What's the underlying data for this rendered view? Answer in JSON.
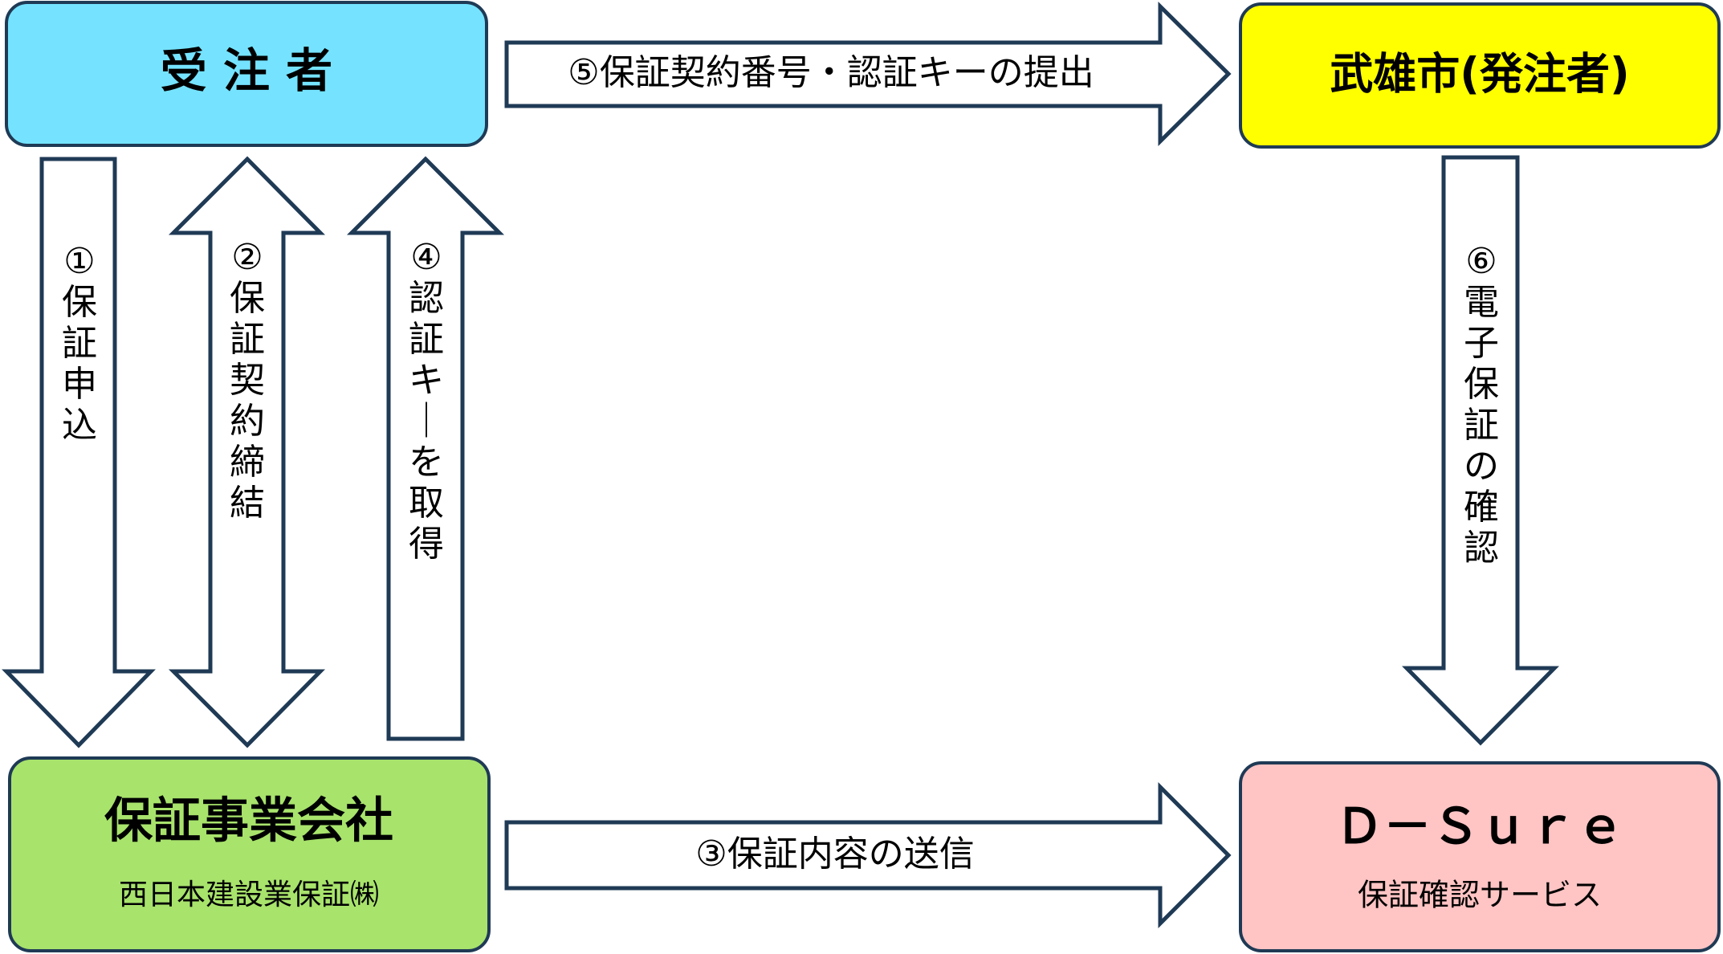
{
  "nodes": {
    "contractor": {
      "title": "受 注 者",
      "color": "#75e3ff"
    },
    "city": {
      "title": "武雄市(発注者)",
      "color": "#ffff00"
    },
    "guarantor": {
      "title": "保証事業会社",
      "subtitle": "西日本建設業保証㈱",
      "color": "#a8e36c"
    },
    "dsure": {
      "title": "Ｄ－Ｓｕｒｅ",
      "subtitle": "保証確認サービス",
      "color": "#ffc4c4"
    }
  },
  "arrows": {
    "a1": "①保証申込",
    "a2": "②保証契約締結",
    "a3": "③保証内容の送信",
    "a4": "④認証キーを取得",
    "a5": "⑤保証契約番号・認証キーの提出",
    "a6": "⑥電子保証の確認"
  },
  "colors": {
    "border": "#1f3a55"
  }
}
